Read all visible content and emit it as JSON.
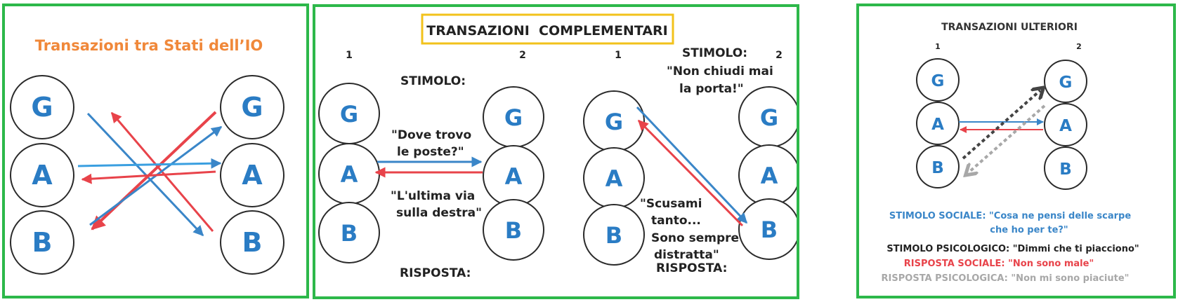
{
  "panel1": {
    "title": "Transazioni tra Stati dell’IO",
    "left_states": [
      "G",
      "A",
      "B"
    ],
    "right_states": [
      "G",
      "A",
      "B"
    ]
  },
  "panel2": {
    "title": "TRANSAZIONI  COMPLEMENTARI",
    "left": {
      "ego1_number": "1",
      "ego2_number": "2",
      "stimulus_heading": "STIMOLO:",
      "stimulus_text": [
        "\"Dove trovo",
        "le poste?\""
      ],
      "response_text": [
        "\"L'ultima via",
        "sulla destra\""
      ],
      "response_heading": "RISPOSTA:",
      "states1": [
        "G",
        "A",
        "B"
      ],
      "states2": [
        "G",
        "A",
        "B"
      ]
    },
    "right": {
      "ego1_number": "1",
      "ego2_number": "2",
      "stimulus_heading": "STIMOLO:",
      "stimulus_text": [
        "\"Non chiudi mai",
        "la porta!\""
      ],
      "response_text": [
        "\"Scusami",
        "tanto...",
        "Sono sempre",
        "distratta\""
      ],
      "response_heading": "RISPOSTA:",
      "states1": [
        "G",
        "A",
        "B"
      ],
      "states2": [
        "G",
        "A",
        "B"
      ]
    }
  },
  "panel3": {
    "title": "TRANSAZIONI ULTERIORI",
    "ego1_number": "1",
    "ego2_number": "2",
    "states1": [
      "G",
      "A",
      "B"
    ],
    "states2": [
      "G",
      "A",
      "B"
    ],
    "legend": {
      "social_stimulus": [
        "STIMOLO SOCIALE: \"Cosa ne pensi delle scarpe",
        "che ho per te?\""
      ],
      "psych_stimulus": "STIMOLO PSICOLOGICO: \"Dimmi che ti piacciono\"",
      "social_response": "RISPOSTA SOCIALE: \"Non sono male\"",
      "psych_response": "RISPOSTA PSICOLOGICA: \"Non mi sono piaciute\""
    }
  },
  "colors": {
    "panel_border": "#2db84a",
    "title_orange": "#f0883a",
    "title_box": "#f2c21b",
    "state_blue": "#2a7cc4",
    "arrow_blue": "#3a86c8",
    "arrow_red": "#e8434a",
    "social_stimulus_blue": "#3a86c8",
    "social_response_red": "#e8434a",
    "psych_response_gray": "#a8a8a8"
  }
}
